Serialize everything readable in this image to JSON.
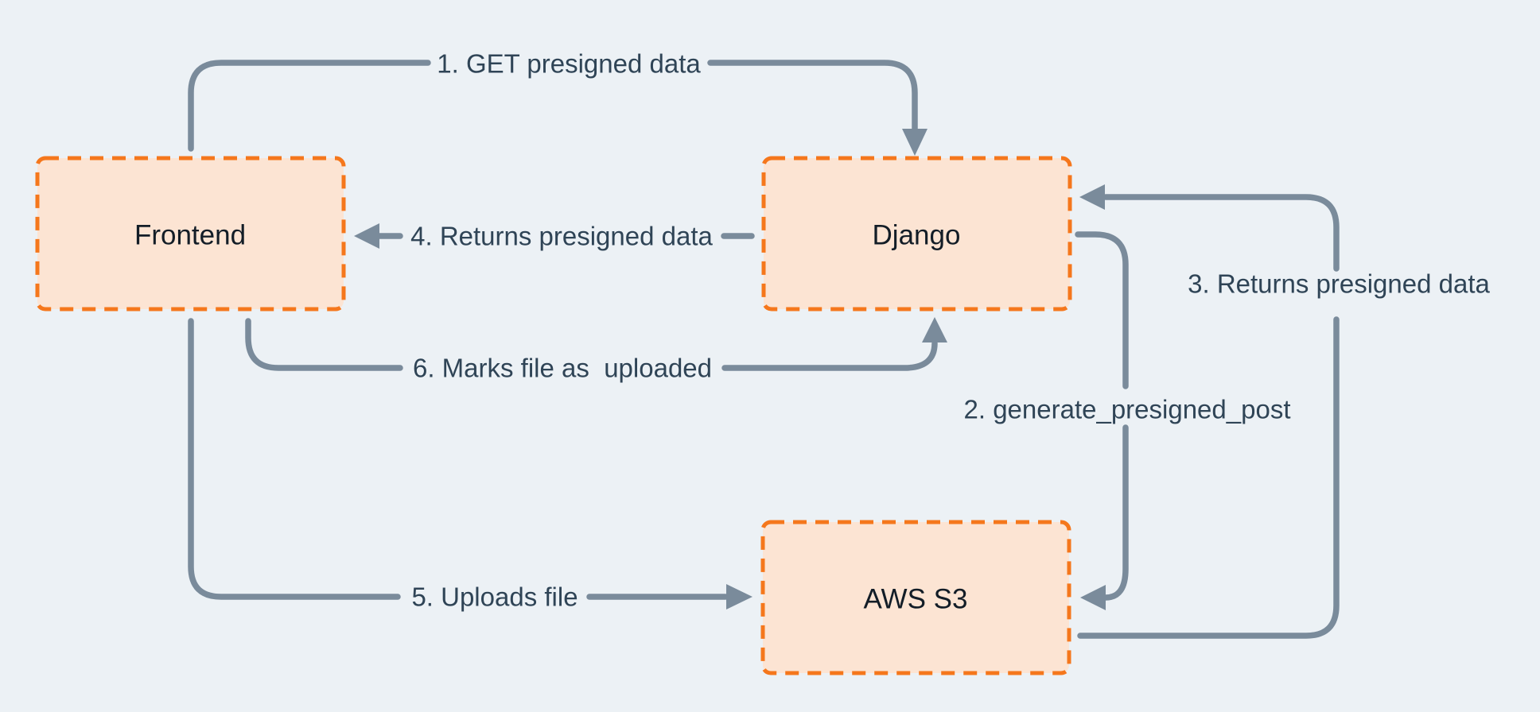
{
  "colors": {
    "background": "#ecf1f5",
    "node_fill": "#fce4d3",
    "node_border": "#f5771c",
    "connector": "#7a8b9b",
    "edge_label_text": "#2f4456",
    "node_label_text": "#131d27"
  },
  "nodes": {
    "frontend": {
      "label": "Frontend"
    },
    "django": {
      "label": "Django"
    },
    "aws_s3": {
      "label": "AWS S3"
    }
  },
  "edges": {
    "get_presigned_data": {
      "label": "1. GET presigned data"
    },
    "generate_presigned_post": {
      "label": "2. generate_presigned_post"
    },
    "returns_presigned_data_to_django": {
      "label": "3. Returns presigned data"
    },
    "returns_presigned_data_to_frontend": {
      "label": "4. Returns presigned data"
    },
    "uploads_file": {
      "label": "5. Uploads file"
    },
    "marks_file_uploaded": {
      "label": "6. Marks file as  uploaded"
    }
  }
}
